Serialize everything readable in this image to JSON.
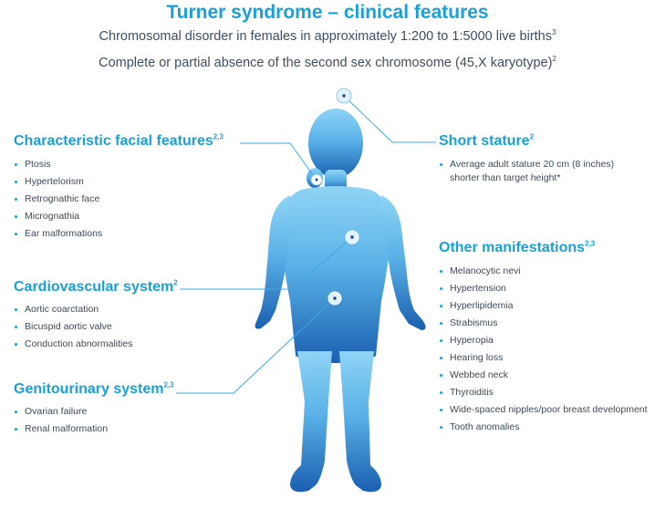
{
  "title": "Turner syndrome – clinical features",
  "subtitle_1": {
    "text": "Chromosomal disorder in females in approximately 1:200 to 1:5000 live births",
    "ref": "3"
  },
  "subtitle_2": {
    "text": "Complete or partial absence of the second sex chromosome (45,X karyotype)",
    "ref": "2"
  },
  "facial": {
    "heading": "Characteristic facial features",
    "ref": "2,3",
    "items": [
      "Ptosis",
      "Hypertelorism",
      "Retrognathic face",
      "Micrognathia",
      "Ear malformations"
    ]
  },
  "cardio": {
    "heading": "Cardiovascular system",
    "ref": "2",
    "items": [
      "Aortic coarctation",
      "Bicuspid aortic valve",
      "Conduction abnormalities"
    ]
  },
  "genito": {
    "heading": "Genitourinary system",
    "ref": "2,3",
    "items": [
      "Ovarian failure",
      "Renal malformation"
    ]
  },
  "stature": {
    "heading": "Short stature",
    "ref": "2",
    "items": [
      "Average adult stature 20 cm (8 inches) shorter than target height*"
    ]
  },
  "other": {
    "heading": "Other manifestations",
    "ref": "2,3",
    "items": [
      "Melanocytic nevi",
      "Hypertension",
      "Hyperlipidemia",
      "Strabismus",
      "Hyperopia",
      "Hearing loss",
      "Webbed neck",
      "Thyroiditis",
      "Wide-spaced nipples/poor breast development",
      "Tooth anomalies"
    ]
  },
  "colors": {
    "accent": "#1aa0d8",
    "figure_top": "#8fd4f5",
    "figure_bottom": "#1a5fb0",
    "text": "#3a4a5a"
  }
}
